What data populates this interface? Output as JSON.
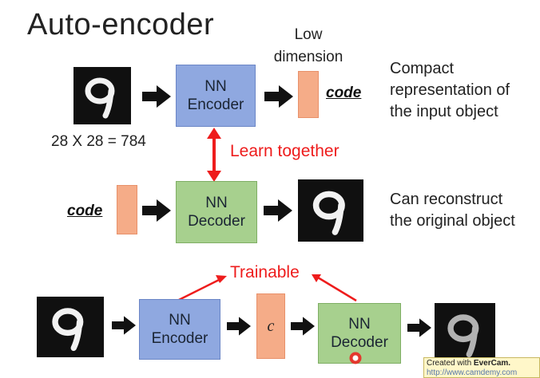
{
  "title": "Auto-encoder",
  "top": {
    "low_dimension": [
      "Low",
      "dimension"
    ],
    "encoder": [
      "NN",
      "Encoder"
    ],
    "code_label": "code",
    "description": [
      "Compact",
      "representation of",
      "the input object"
    ],
    "input_size": "28 X 28 = 784"
  },
  "link_label": "Learn together",
  "middle": {
    "code_label": "code",
    "decoder": [
      "NN",
      "Decoder"
    ],
    "description": [
      "Can reconstruct",
      "the original object"
    ]
  },
  "bottom": {
    "trainable": "Trainable",
    "encoder": [
      "NN",
      "Encoder"
    ],
    "latent": "c",
    "decoder": [
      "NN",
      "Decoder"
    ]
  },
  "watermark": {
    "prefix": "Created with ",
    "brand": "EverCam.",
    "url": "http://www.camdemy.com"
  },
  "colors": {
    "encoder": "#8fa8e0",
    "decoder": "#a7d08e",
    "latent": "#f5ac88",
    "highlight": "#ee1c1c"
  }
}
